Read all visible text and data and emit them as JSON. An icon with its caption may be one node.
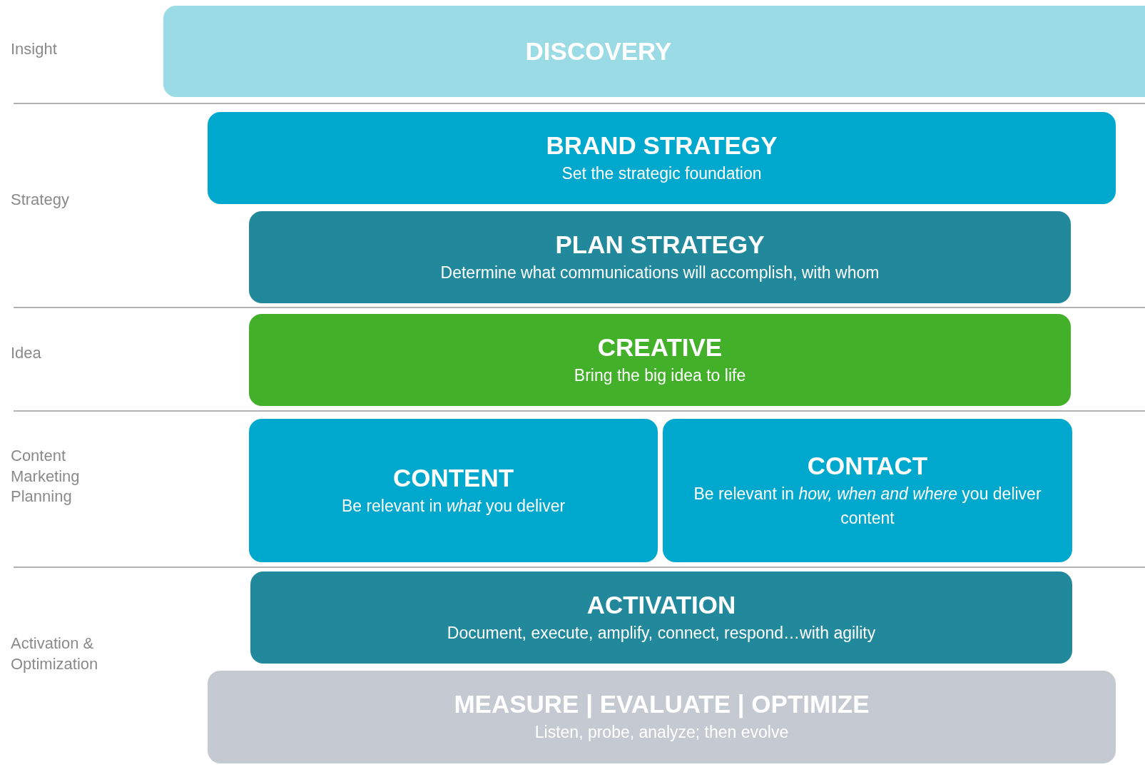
{
  "diagram": {
    "nodes": [
      {
        "text": [
          "DISCOVERY"
        ]
      },
      {
        "text": [
          "BRAND STRATEGY",
          "Set the strategic foundation"
        ]
      },
      {
        "text": [
          "PLAN STRATEGY",
          "Determine what communications will accomplish, with whom"
        ]
      },
      {
        "text": [
          "CREATIVE",
          "Bring the big idea to life"
        ]
      },
      {
        "text": [
          "CONTENT",
          "Be relevant in *what* you deliver"
        ]
      },
      {
        "text": [
          "CONTACT",
          "Be relevant in *how, when and where* you deliver content"
        ]
      },
      {
        "text": [
          "ACTIVATION",
          "Document, execute, amplify, connect, respond…with agility"
        ]
      },
      {
        "text": [
          "MEASURE | EVALUATE | OPTIMIZE",
          "Listen, probe, analyze; then evolve"
        ]
      }
    ],
    "labels": [
      "Insight",
      "Strategy",
      "Idea",
      "Content Marketing Planning",
      "Activation & Optimization"
    ]
  }
}
